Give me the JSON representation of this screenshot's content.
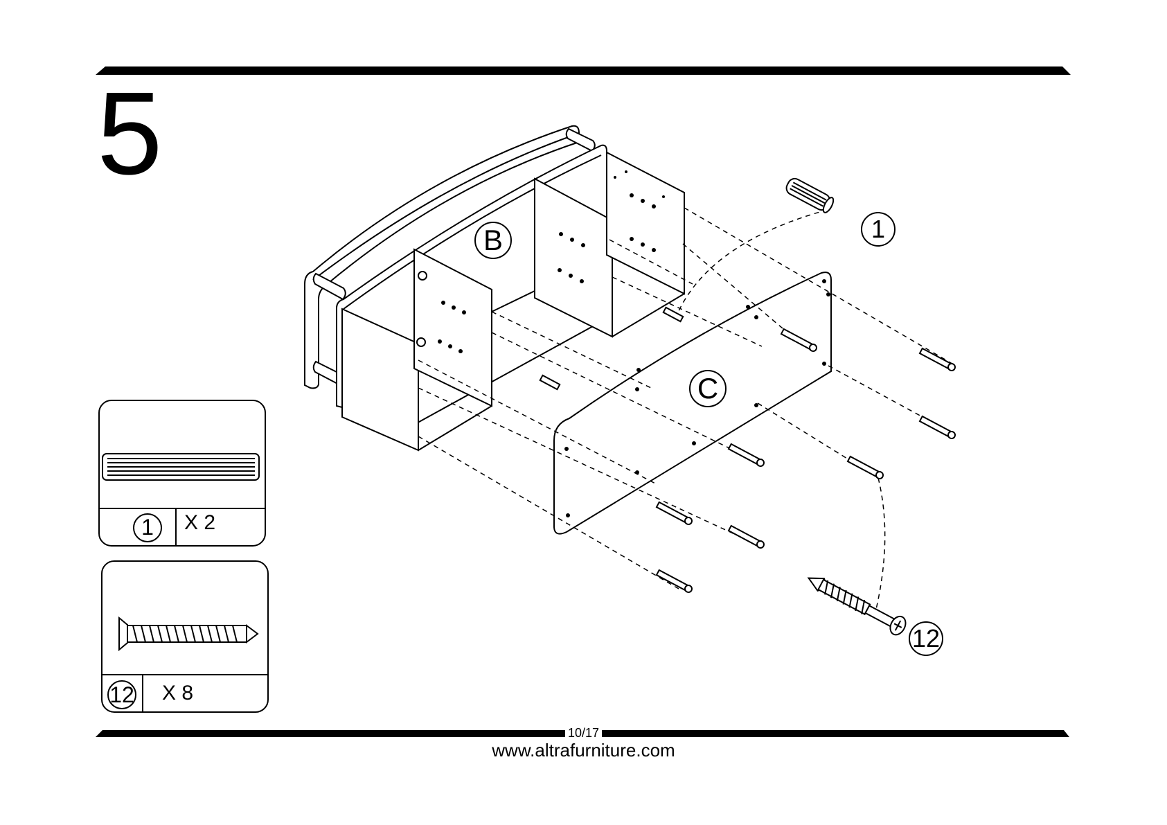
{
  "step": {
    "number": "5"
  },
  "parts": [
    {
      "id": "1",
      "quantity": "X 2",
      "icon": "wooden-dowel-icon"
    },
    {
      "id": "12",
      "quantity": "X 8",
      "icon": "screw-icon"
    }
  ],
  "diagram": {
    "panel_b_label": "B",
    "panel_c_label": "C",
    "callout_dowel": "1",
    "callout_screw": "12"
  },
  "footer": {
    "page": "10/17",
    "url": "www.altrafurniture.com"
  }
}
